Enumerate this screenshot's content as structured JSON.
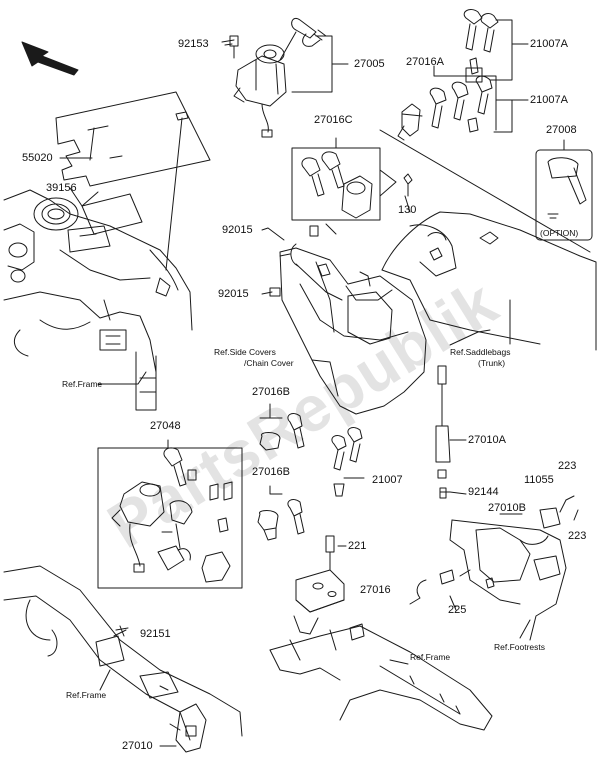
{
  "watermark": {
    "line1": "PartsRepublik"
  },
  "part_labels": {
    "p92153": "92153",
    "p27005": "27005",
    "p21007A_top": "21007A",
    "p27016A": "27016A",
    "p21007A_mid": "21007A",
    "p27008": "27008",
    "p55020": "55020",
    "p27016C": "27016C",
    "p39156": "39156",
    "p92015_a": "92015",
    "p130": "130",
    "p92015_b": "92015",
    "p27016B_top": "27016B",
    "p27048": "27048",
    "p27016B_mid": "27016B",
    "p21007": "21007",
    "p27010A": "27010A",
    "p92144": "92144",
    "p11055": "11055",
    "p223_a": "223",
    "p27010B": "27010B",
    "p223_b": "223",
    "p221": "221",
    "p27016": "27016",
    "p225": "225",
    "p92151": "92151",
    "p27010": "27010"
  },
  "ref_labels": {
    "ref_frame_top": "Ref.Frame",
    "ref_side_covers_1": "Ref.Side Covers",
    "ref_side_covers_2": "/Chain Cover",
    "ref_saddlebags_1": "Ref.Saddlebags",
    "ref_saddlebags_2": "(Trunk)",
    "ref_frame_mid": "Ref.Frame",
    "ref_footrests": "Ref.Footrests",
    "ref_frame_bottom": "Ref.Frame",
    "option": "(OPTION)"
  },
  "colors": {
    "line": "#1a1a1a",
    "watermark": "#e3e3e3",
    "background": "#ffffff"
  }
}
